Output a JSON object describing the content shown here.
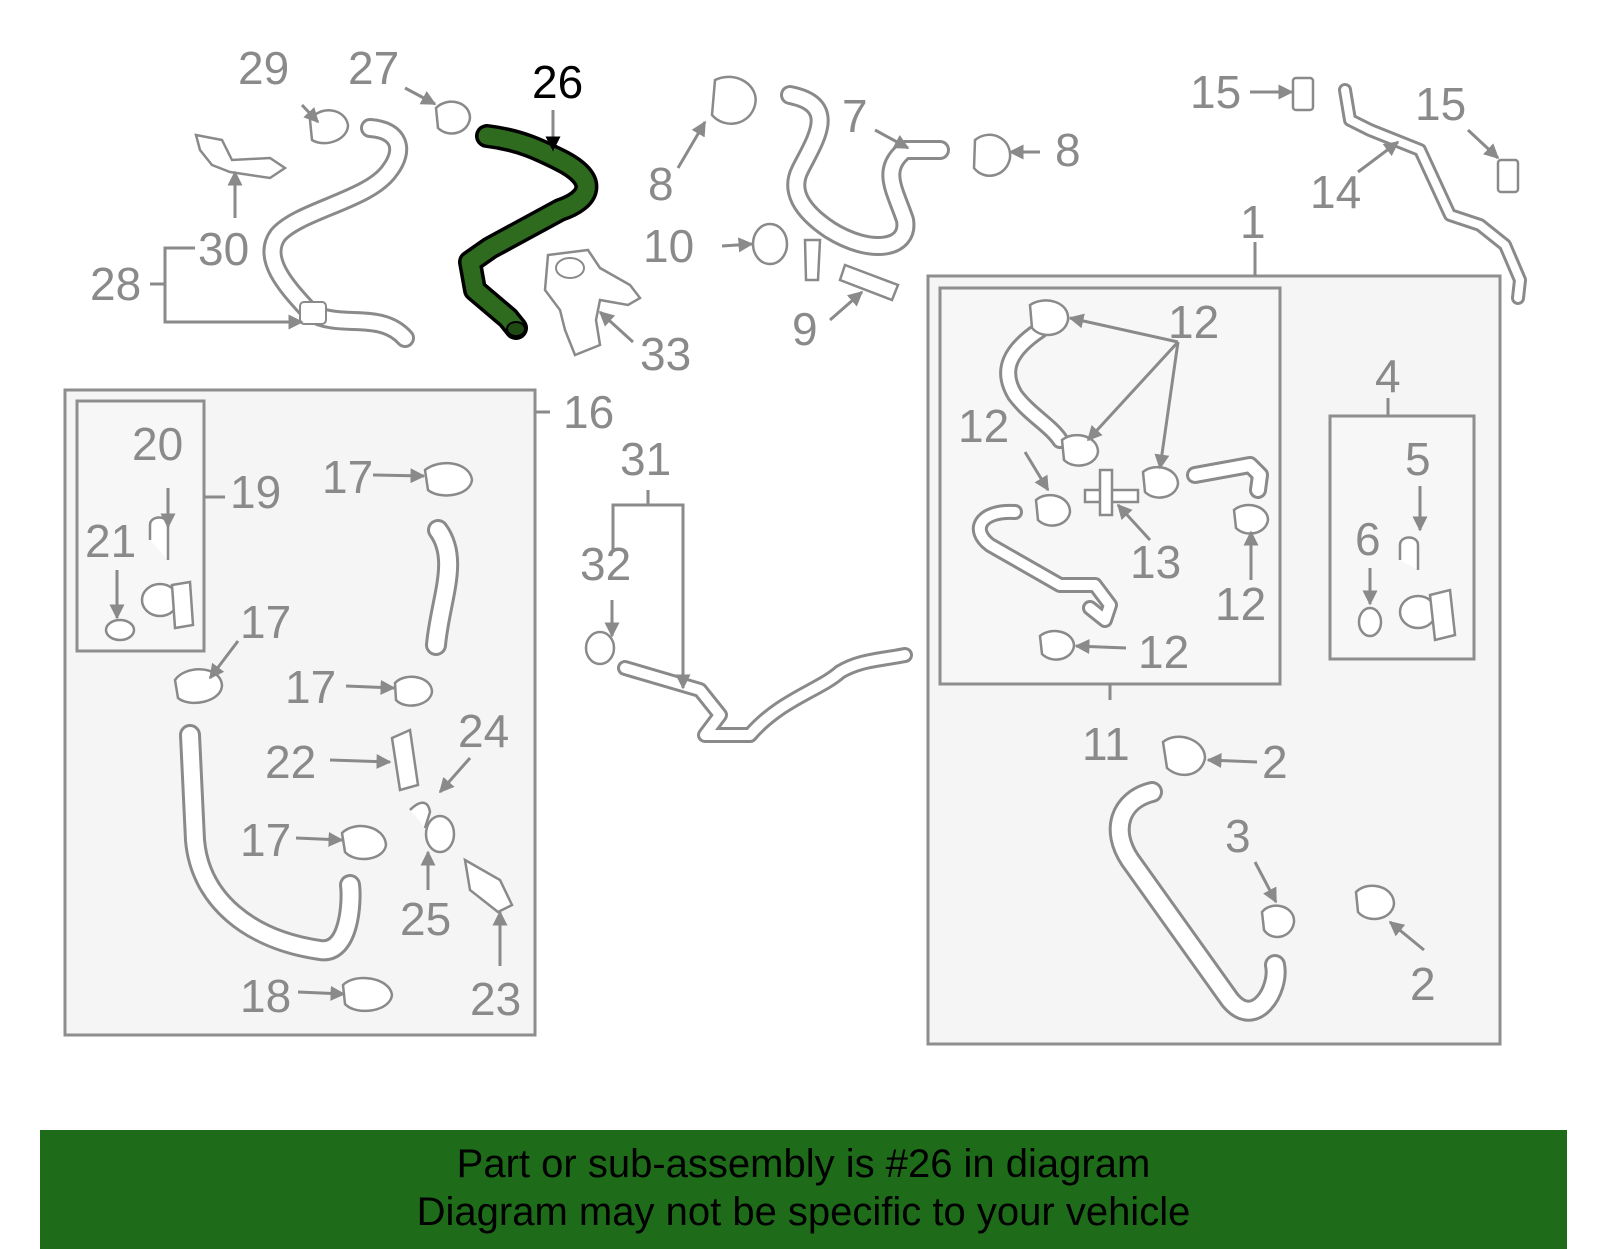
{
  "diagram": {
    "highlighted_part": "26",
    "highlight_color": "#2e6b1f",
    "labels": {
      "p1": "1",
      "p2a": "2",
      "p2b": "2",
      "p3": "3",
      "p4": "4",
      "p5": "5",
      "p6": "6",
      "p7": "7",
      "p8a": "8",
      "p8b": "8",
      "p9": "9",
      "p10": "10",
      "p11": "11",
      "p12a": "12",
      "p12b": "12",
      "p12c": "12",
      "p12d": "12",
      "p13": "13",
      "p14": "14",
      "p15a": "15",
      "p15b": "15",
      "p16": "16",
      "p17a": "17",
      "p17b": "17",
      "p17c": "17",
      "p17d": "17",
      "p18": "18",
      "p19": "19",
      "p20": "20",
      "p21": "21",
      "p22": "22",
      "p23": "23",
      "p24": "24",
      "p25": "25",
      "p26": "26",
      "p27": "27",
      "p28": "28",
      "p29": "29",
      "p30": "30",
      "p31": "31",
      "p32": "32",
      "p33": "33"
    }
  },
  "banner": {
    "line1": "Part or sub-assembly is #26 in diagram",
    "line2": "Diagram may not be specific to your vehicle",
    "background": "#1e6b1a"
  }
}
